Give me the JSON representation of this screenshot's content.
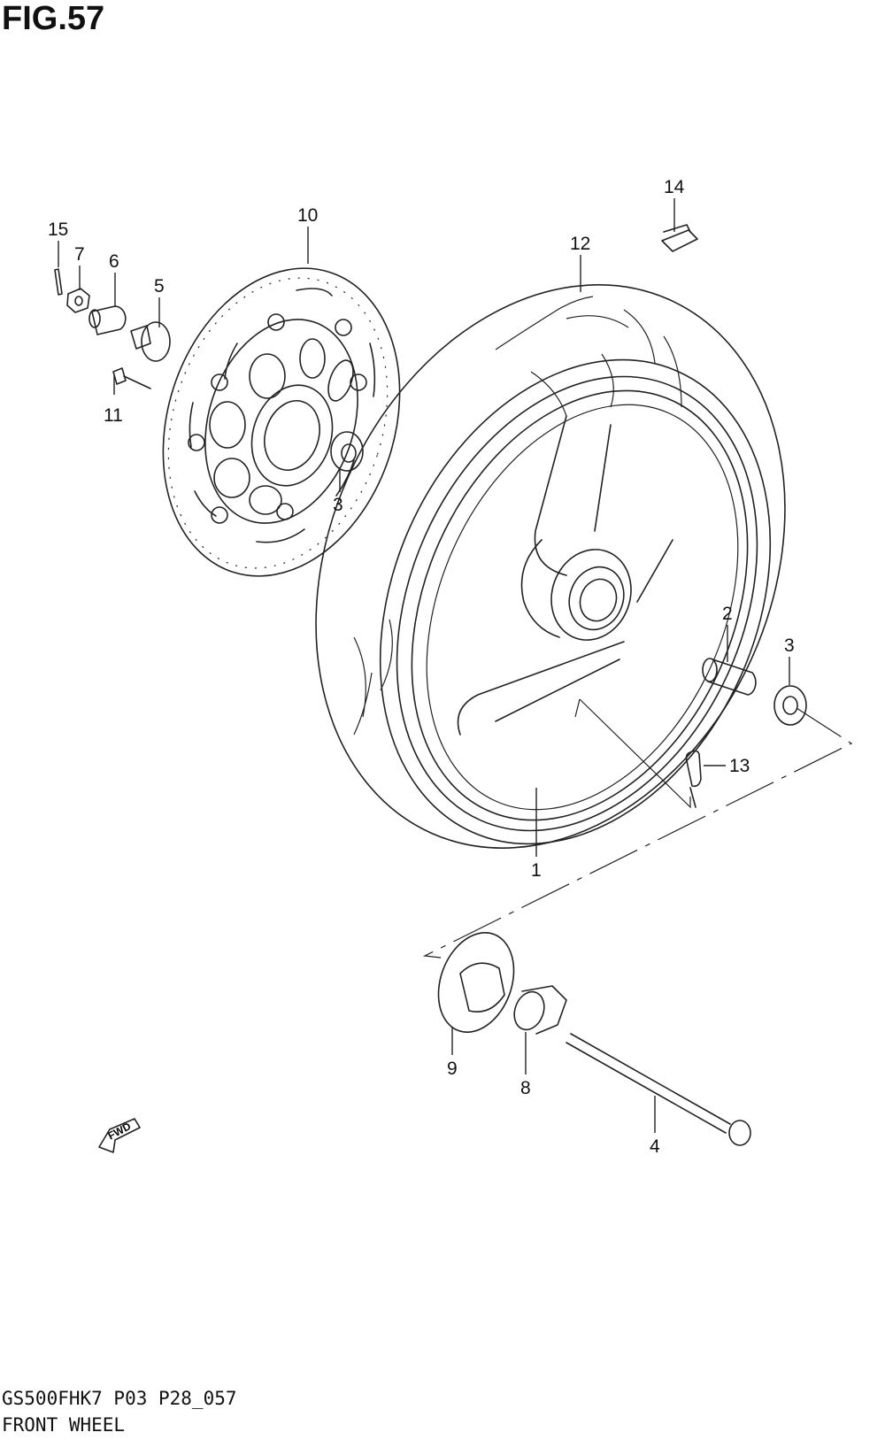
{
  "figure": {
    "title": "FIG.57",
    "model_code": "GS500FHK7 P03 P28_057",
    "name": "FRONT WHEEL"
  },
  "callouts": {
    "c1": "1",
    "c2": "2",
    "c3a": "3",
    "c3b": "3",
    "c4": "4",
    "c5": "5",
    "c6": "6",
    "c7": "7",
    "c8": "8",
    "c9": "9",
    "c10": "10",
    "c11": "11",
    "c12": "12",
    "c13": "13",
    "c14": "14",
    "c15": "15"
  },
  "fwd_label": "FWD"
}
